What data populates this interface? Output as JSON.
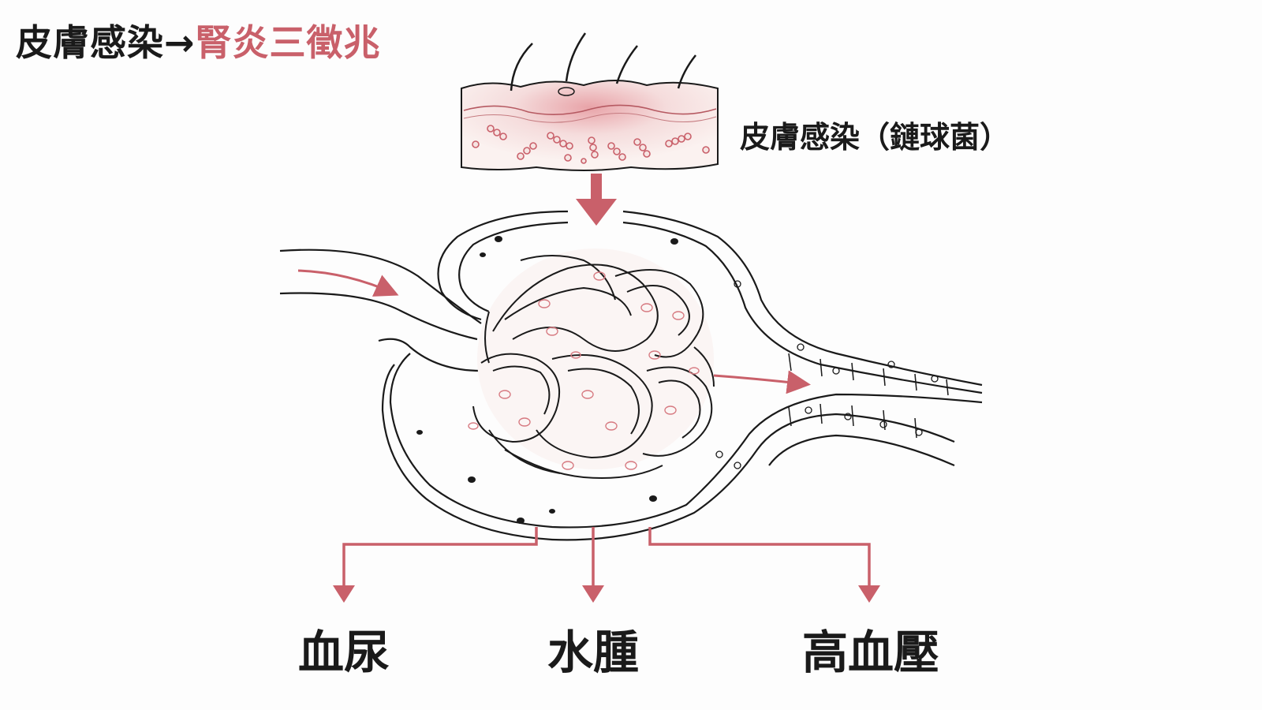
{
  "title": {
    "prefix": "皮膚感染",
    "arrow": "→",
    "highlight": "腎炎三徵兆"
  },
  "skin": {
    "label": "皮膚感染（鏈球菌）"
  },
  "outcomes": [
    {
      "label": "血尿"
    },
    {
      "label": "水腫"
    },
    {
      "label": "高血壓"
    }
  ],
  "colors": {
    "accent": "#c9606a",
    "ink": "#1a1a1a",
    "skin_tint": "#f3d6d4"
  }
}
